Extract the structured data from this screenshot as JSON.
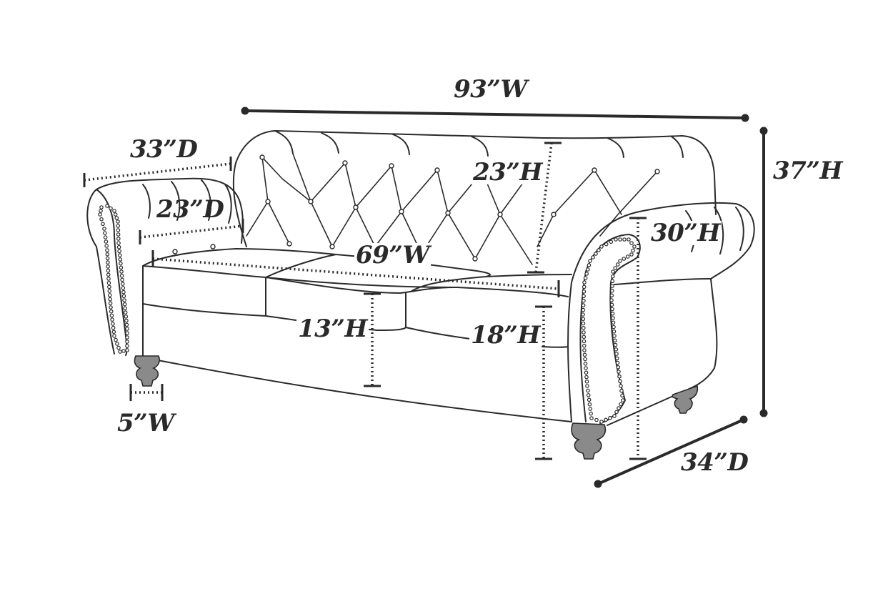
{
  "dimensions": {
    "overall_width": "93”W",
    "overall_height": "37”H",
    "overall_depth": "34”D",
    "arm_depth": "33”D",
    "inner_depth": "23”D",
    "seat_width": "69”W",
    "back_height": "23”H",
    "arm_height": "30”H",
    "seat_cushion_height": "13”H",
    "seat_height": "18”H",
    "arm_width": "5”W"
  },
  "colors": {
    "line": "#2a2a2a",
    "background": "#ffffff",
    "leg": "#8a8a8a"
  }
}
